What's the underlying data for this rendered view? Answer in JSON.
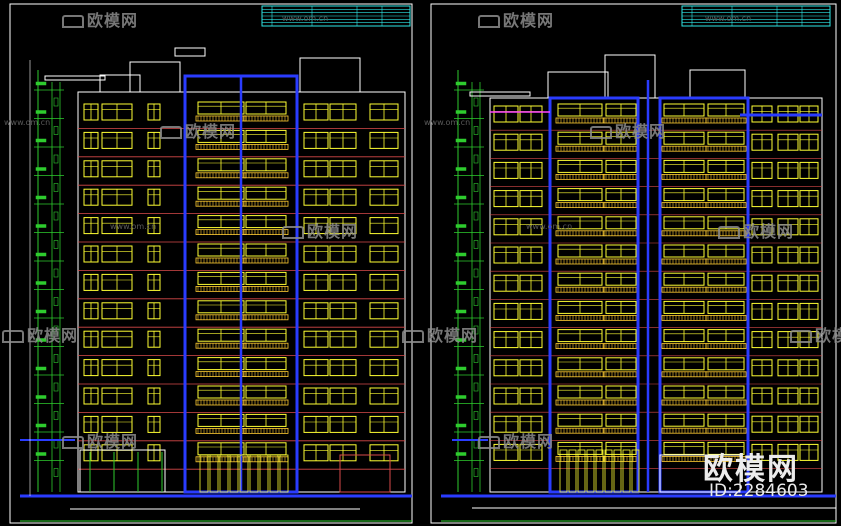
{
  "colors": {
    "background": "#000000",
    "frame": "#ffffff",
    "building_line": "#ffffff",
    "window": "#ffff33",
    "balcony": "#ffcc33",
    "floor_band": "#d94a4a",
    "steel": "#2a3cff",
    "dimension": "#2ecc2e",
    "title_block": "#2ee6e6",
    "accent": "#ff44ff"
  },
  "watermark": {
    "brand": "欧模网",
    "url_fragment": "www.om.cn"
  },
  "branding": {
    "name": "欧模网",
    "id_label": "ID:2284603"
  },
  "sheets": [
    {
      "key": "left",
      "title_block_rows": 3,
      "floors": 13
    },
    {
      "key": "right",
      "title_block_rows": 3,
      "floors": 13
    }
  ]
}
